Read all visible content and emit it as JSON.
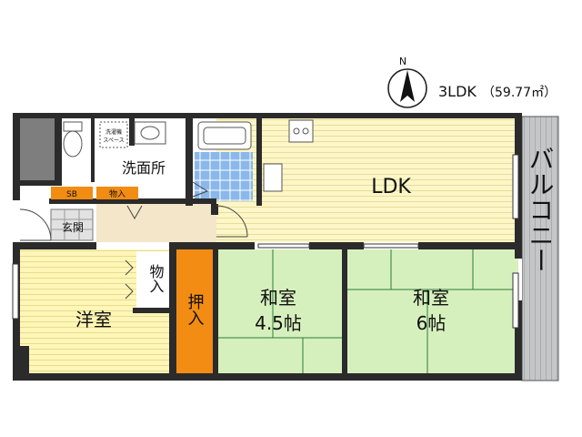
{
  "compass": {
    "north_label": "N"
  },
  "summary": {
    "layout_type": "3LDK",
    "area": "（59.77㎡）"
  },
  "rooms": {
    "ldk": "LDK",
    "balcony": "バルコニー",
    "western_room": "洋室",
    "japanese_room_1_name": "和室",
    "japanese_room_1_size": "4.5帖",
    "japanese_room_2_name": "和室",
    "japanese_room_2_size": "6帖",
    "oshiire": "押入",
    "storage": "物入",
    "washroom": "洗面所",
    "entrance": "玄関",
    "shoe_box": "SB",
    "storage_small": "物入",
    "washer_space_line1": "洗濯機",
    "washer_space_line2": "スペース"
  },
  "colors": {
    "wall": "#2b2b2b",
    "ldk_floor": "#fdf6c7",
    "western_floor": "#fff6b8",
    "tatami": "#d6f0bd",
    "closet_orange": "#f28c13",
    "hall_beige": "#f3e6c9",
    "bath_tile": "#8bb8ea",
    "balcony_gray": "#c4c6c8"
  }
}
